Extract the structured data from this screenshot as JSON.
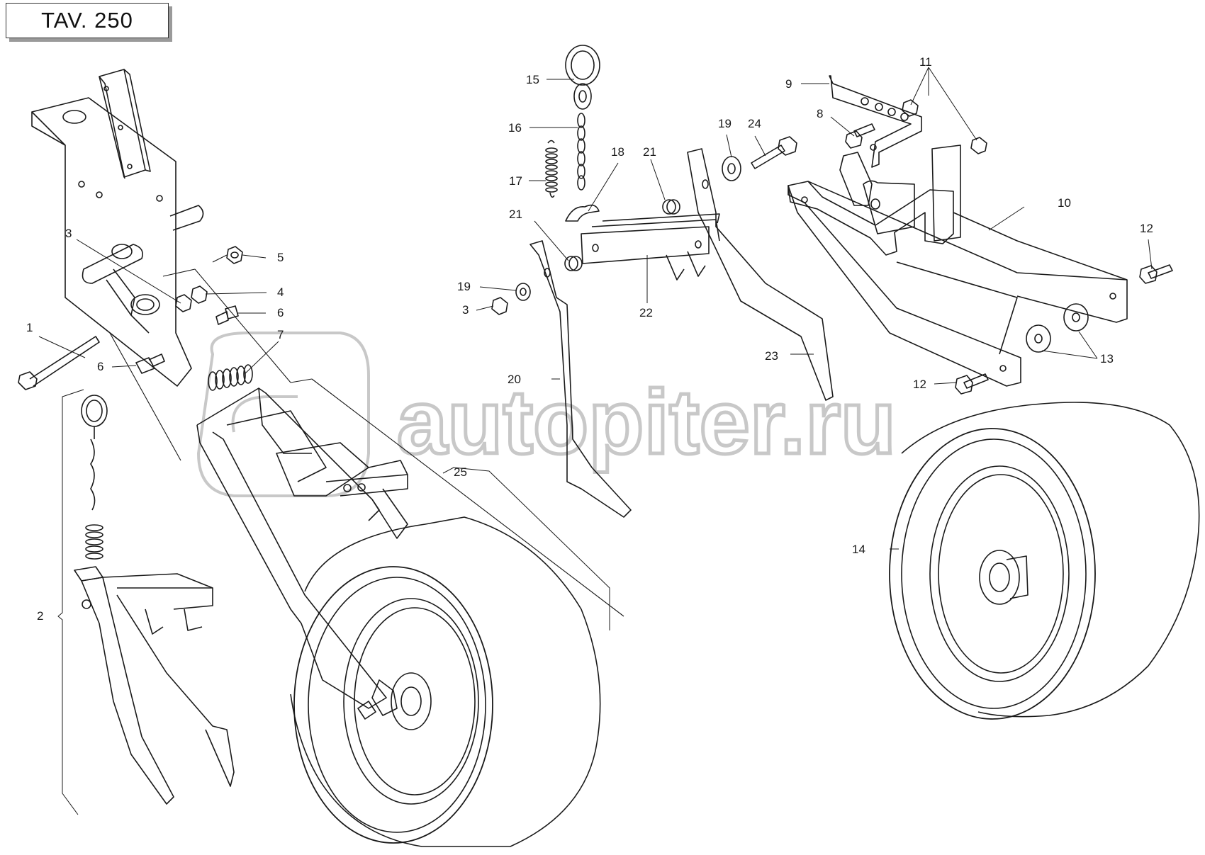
{
  "title_box": "TAV. 250",
  "watermark": "autopiter.ru",
  "callouts": [
    {
      "id": "c1",
      "text": "1"
    },
    {
      "id": "c2",
      "text": "2"
    },
    {
      "id": "c3a",
      "text": "3"
    },
    {
      "id": "c3b",
      "text": "3"
    },
    {
      "id": "c4",
      "text": "4"
    },
    {
      "id": "c5",
      "text": "5"
    },
    {
      "id": "c6a",
      "text": "6"
    },
    {
      "id": "c6b",
      "text": "6"
    },
    {
      "id": "c7",
      "text": "7"
    },
    {
      "id": "c8",
      "text": "8"
    },
    {
      "id": "c9",
      "text": "9"
    },
    {
      "id": "c10",
      "text": "10"
    },
    {
      "id": "c11",
      "text": "11"
    },
    {
      "id": "c12a",
      "text": "12"
    },
    {
      "id": "c12b",
      "text": "12"
    },
    {
      "id": "c13",
      "text": "13"
    },
    {
      "id": "c14",
      "text": "14"
    },
    {
      "id": "c15",
      "text": "15"
    },
    {
      "id": "c16",
      "text": "16"
    },
    {
      "id": "c17",
      "text": "17"
    },
    {
      "id": "c18",
      "text": "18"
    },
    {
      "id": "c19a",
      "text": "19"
    },
    {
      "id": "c19b",
      "text": "19"
    },
    {
      "id": "c20",
      "text": "20"
    },
    {
      "id": "c21a",
      "text": "21"
    },
    {
      "id": "c21b",
      "text": "21"
    },
    {
      "id": "c22",
      "text": "22"
    },
    {
      "id": "c23",
      "text": "23"
    },
    {
      "id": "c24",
      "text": "24"
    },
    {
      "id": "c25",
      "text": "25"
    }
  ],
  "colors": {
    "line": "#1a1a1a",
    "watermark": "#c8c8c8",
    "shade": "#f4f4f4"
  }
}
